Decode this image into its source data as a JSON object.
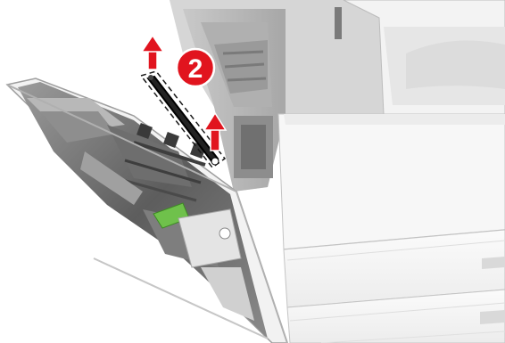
{
  "illustration": {
    "step_badge": "2",
    "badge_color": "#e1141e",
    "arrow_color": "#e1141e",
    "highlight_part": "transfer-roller",
    "subject": "printer-with-open-right-door"
  }
}
